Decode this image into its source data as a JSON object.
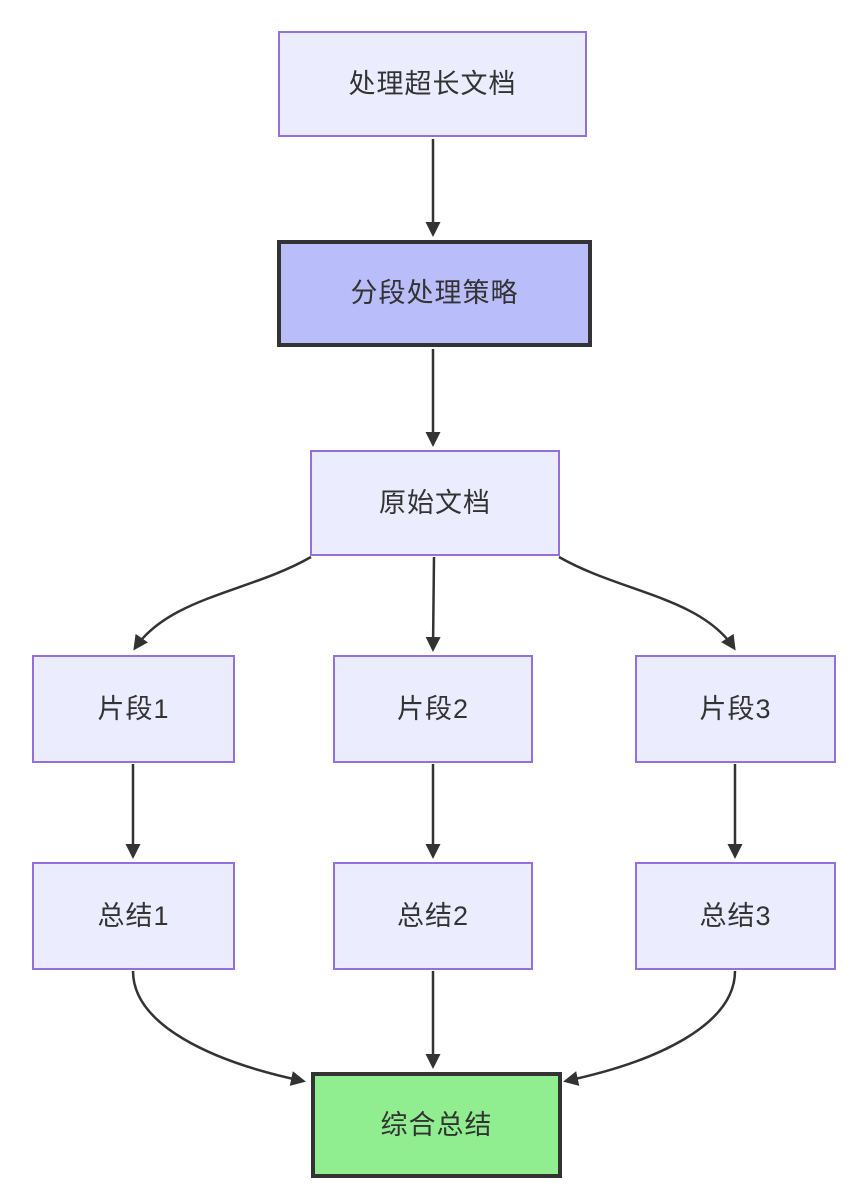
{
  "diagram": {
    "type": "flowchart",
    "direction": "top-down",
    "nodes": {
      "process": {
        "label": "处理超长文档"
      },
      "strategy": {
        "label": "分段处理策略"
      },
      "original": {
        "label": "原始文档"
      },
      "frag1": {
        "label": "片段1"
      },
      "frag2": {
        "label": "片段2"
      },
      "frag3": {
        "label": "片段3"
      },
      "sum1": {
        "label": "总结1"
      },
      "sum2": {
        "label": "总结2"
      },
      "sum3": {
        "label": "总结3"
      },
      "final": {
        "label": "综合总结"
      }
    },
    "edges": [
      {
        "from": "处理超长文档",
        "to": "分段处理策略"
      },
      {
        "from": "分段处理策略",
        "to": "原始文档"
      },
      {
        "from": "原始文档",
        "to": "片段1"
      },
      {
        "from": "原始文档",
        "to": "片段2"
      },
      {
        "from": "原始文档",
        "to": "片段3"
      },
      {
        "from": "片段1",
        "to": "总结1"
      },
      {
        "from": "片段2",
        "to": "总结2"
      },
      {
        "from": "片段3",
        "to": "总结3"
      },
      {
        "from": "总结1",
        "to": "综合总结"
      },
      {
        "from": "总结2",
        "to": "综合总结"
      },
      {
        "from": "总结3",
        "to": "综合总结"
      }
    ],
    "colors": {
      "background": "#ffffff",
      "node_fill": "#ececff",
      "node_border": "#9370db",
      "strategy_fill": "#b9bdf9",
      "strategy_border": "#333333",
      "final_fill": "#90ee90",
      "final_border": "#333333",
      "edge": "#333333",
      "text": "#333333"
    }
  }
}
